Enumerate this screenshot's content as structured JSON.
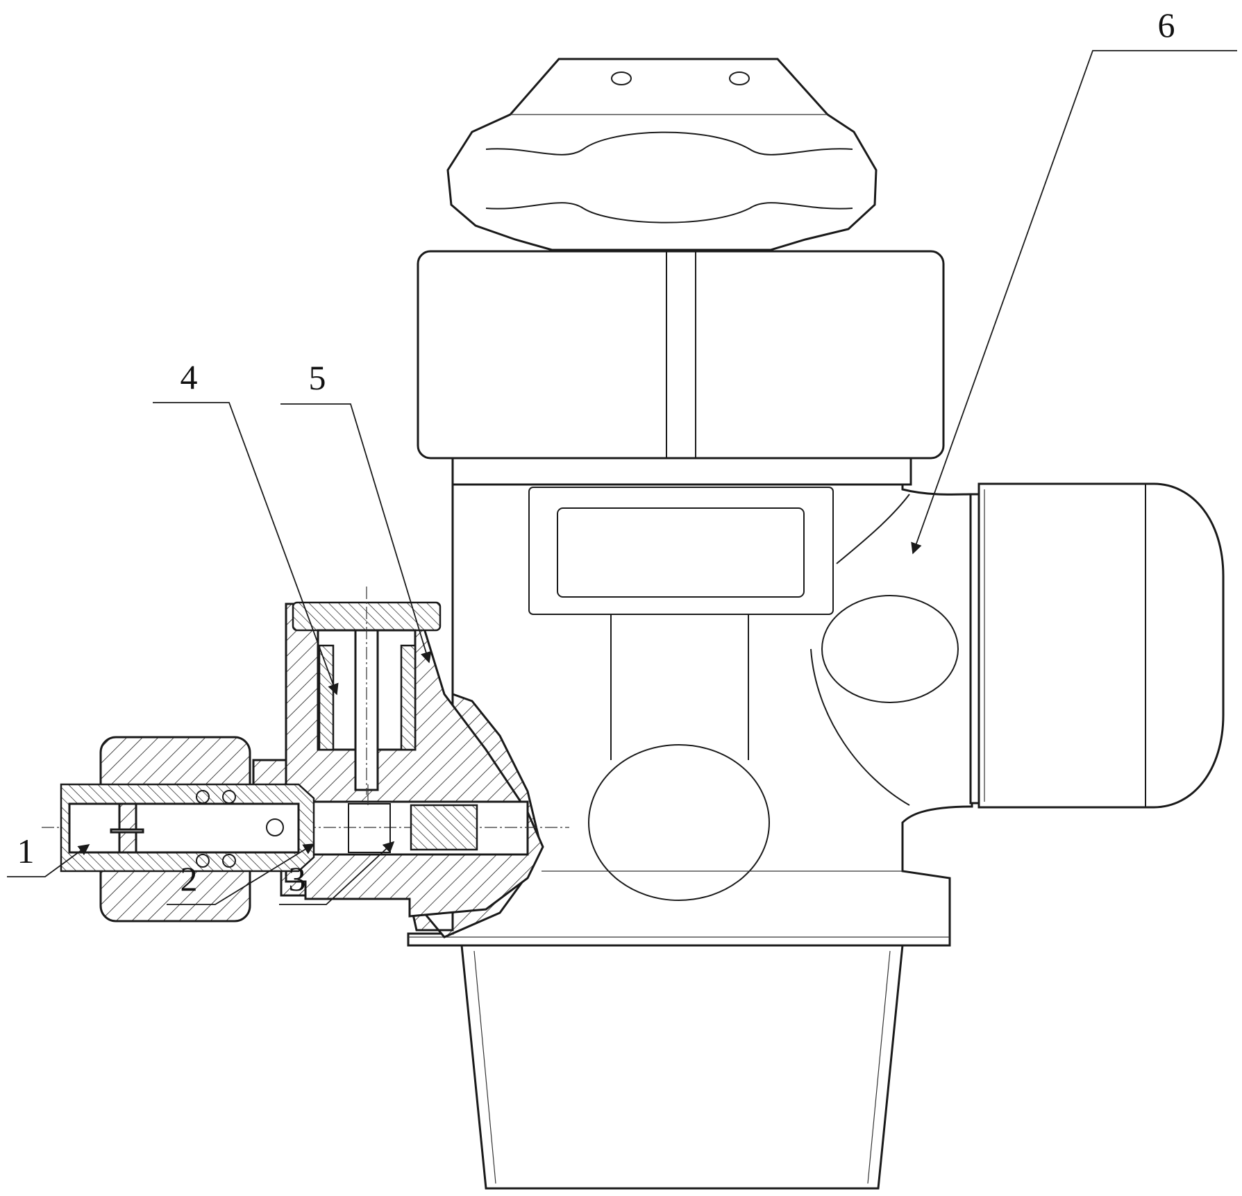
{
  "figure": {
    "callouts": [
      {
        "id": "1",
        "label": "1"
      },
      {
        "id": "2",
        "label": "2"
      },
      {
        "id": "3",
        "label": "3"
      },
      {
        "id": "4",
        "label": "4"
      },
      {
        "id": "5",
        "label": "5"
      },
      {
        "id": "6",
        "label": "6"
      }
    ]
  },
  "colors": {
    "line": "#1a1a1a",
    "background": "#ffffff"
  }
}
